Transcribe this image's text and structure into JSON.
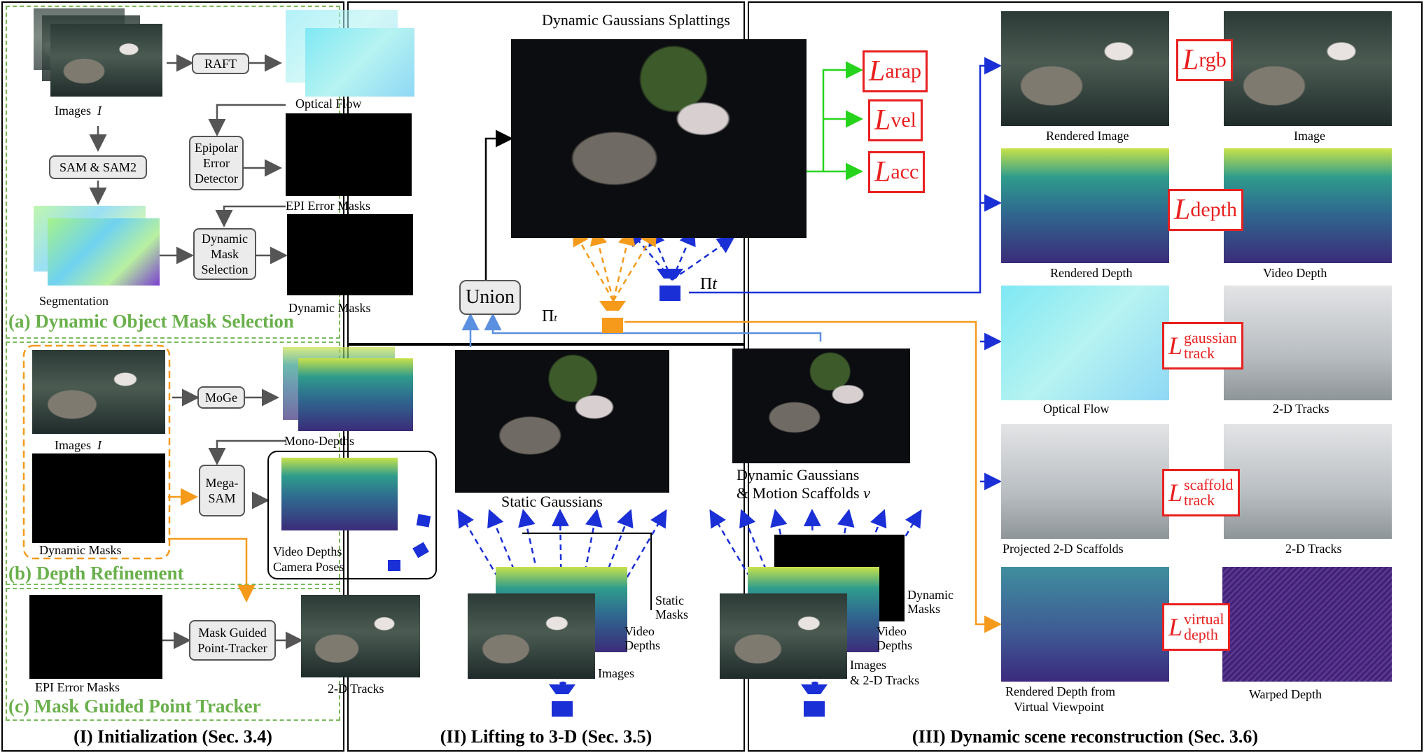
{
  "panel1": {
    "section_title": "(I) Initialization (Sec. 3.4)",
    "step_a": "(a) Dynamic Object Mask Selection",
    "step_b": "(b) Depth Refinement",
    "step_c": "(c) Mask Guided Point Tracker",
    "raft": "RAFT",
    "sam": "SAM & SAM2",
    "epipolar": "Epipolar Error Detector",
    "dyn_mask_sel": "Dynamic Mask Selection",
    "moge": "MoGe",
    "megasam": "Mega-SAM",
    "mask_tracker": "Mask Guided Point-Tracker",
    "lbl_images": "Images",
    "lbl_images_sym": "I",
    "lbl_optical_flow": "Optical Flow",
    "lbl_segmentation": "Segmentation",
    "lbl_epi_masks": "EPI Error Masks",
    "lbl_dyn_masks": "Dynamic Masks",
    "lbl_mono_depths": "Mono-Depths",
    "lbl_video_depths": "Video Depths",
    "lbl_camera_poses": "Camera Poses",
    "lbl_2d_tracks": "2-D Tracks"
  },
  "panel2": {
    "section_title": "(II) Lifting to 3-D (Sec. 3.5)",
    "dgs_title": "Dynamic Gaussians Splattings",
    "union": "Union",
    "static_gaussians": "Static Gaussians",
    "dyn_gauss_1": "Dynamic Gaussians",
    "dyn_gauss_2": "& Motion Scaffolds",
    "static_masks": "Static Masks",
    "video_depths": "Video Depths",
    "images": "Images",
    "dynamic_masks": "Dynamic Masks",
    "and_2d_tracks": "& 2-D Tracks",
    "pi_t": "Π",
    "pi_virtual": "Π",
    "loss_arap": "arap",
    "loss_vel": "vel",
    "loss_acc": "acc"
  },
  "panel3": {
    "section_title": "(III) Dynamic scene reconstruction (Sec. 3.6)",
    "rendered_image": "Rendered Image",
    "image": "Image",
    "rendered_depth": "Rendered Depth",
    "video_depth": "Video Depth",
    "optical_flow": "Optical Flow",
    "tracks_2d": "2-D Tracks",
    "projected_scaffolds": "Projected 2-D Scaffolds",
    "rendered_depth_virtual_1": "Rendered Depth from",
    "rendered_depth_virtual_2": "Virtual Viewpoint",
    "warped_depth": "Warped Depth",
    "loss_rgb": "rgb",
    "loss_depth": "depth",
    "loss_gaussian_track_sup": "gaussian",
    "loss_track_sub": "track",
    "loss_scaffold_sup": "scaffold",
    "loss_virtual_sup": "virtual",
    "loss_virtual_sub": "depth"
  },
  "colors": {
    "green_step": "#6ab04c",
    "loss_red": "#e8201f",
    "arrow_blue": "#1a2fd6",
    "arrow_orange": "#f59a1b",
    "arrow_green": "#27d41c",
    "arrow_grey": "#555555"
  }
}
